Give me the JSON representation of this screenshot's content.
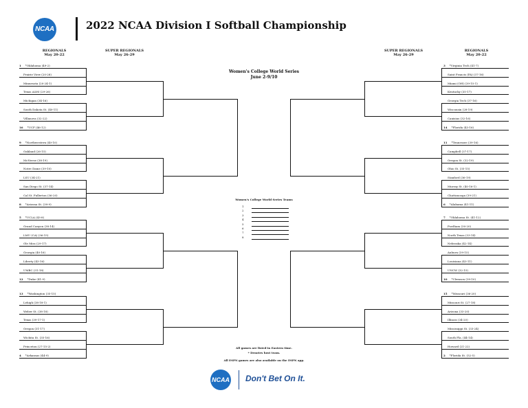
{
  "header": {
    "logo_text": "NCAA",
    "title": "2022 NCAA Division I Softball Championship"
  },
  "column_heads": {
    "left_regionals": "REGIONALS",
    "left_regionals_dates": "May 20-22",
    "left_super": "SUPER REGIONALS",
    "left_super_dates": "May 26-29",
    "right_super": "SUPER REGIONALS",
    "right_super_dates": "May 26-29",
    "right_regionals": "REGIONALS",
    "right_regionals_dates": "May 20-22"
  },
  "center": {
    "wcws_title": "Women's College World Series",
    "wcws_dates": "June 2-9/10",
    "teams_heading": "Women's College World Series Teams",
    "slots": [
      "1",
      "2",
      "3",
      "4",
      "5",
      "6",
      "7",
      "8"
    ],
    "note1": "All games are listed in Eastern time.",
    "note2": "* Denotes host team.",
    "note3": "All ESPN games are also available on the ESPN app."
  },
  "left_regions": [
    {
      "teams": [
        {
          "seed": "1",
          "name": "*Oklahoma (49-2)"
        },
        {
          "seed": "",
          "name": "Prairie View (20-28)"
        },
        {
          "seed": "",
          "name": "Minnesota (20-24-1)"
        },
        {
          "seed": "",
          "name": "Texas A&M (29-26)"
        },
        {
          "seed": "",
          "name": "Michigan (34-16)"
        },
        {
          "seed": "",
          "name": "South Dakota St. (40-11)"
        },
        {
          "seed": "",
          "name": "Villanova (32-22)"
        },
        {
          "seed": "16",
          "name": "*UCF (46-12)"
        }
      ]
    },
    {
      "teams": [
        {
          "seed": "9",
          "name": "*Northwestern (40-10)"
        },
        {
          "seed": "",
          "name": "Oakland (26-15)"
        },
        {
          "seed": "",
          "name": "McNeese (38-19)"
        },
        {
          "seed": "",
          "name": "Notre Dame (39-10)"
        },
        {
          "seed": "",
          "name": "LSU (34-21)"
        },
        {
          "seed": "",
          "name": "San Diego St. (37-14)"
        },
        {
          "seed": "",
          "name": "Cal St. Fullerton (36-20)"
        },
        {
          "seed": "8",
          "name": "*Arizona St. (39-9)"
        }
      ]
    },
    {
      "teams": [
        {
          "seed": "5",
          "name": "*UCLA (43-8)"
        },
        {
          "seed": "",
          "name": "Grand Canyon (38-14)"
        },
        {
          "seed": "",
          "name": "LMU (CA) (36-15)"
        },
        {
          "seed": "",
          "name": "Ole Miss (29-17)"
        },
        {
          "seed": "",
          "name": "Georgia (40-16)"
        },
        {
          "seed": "",
          "name": "Liberty (43-16)"
        },
        {
          "seed": "",
          "name": "UMBC (31-18)"
        },
        {
          "seed": "12",
          "name": "*Duke (41-9)"
        }
      ]
    },
    {
      "teams": [
        {
          "seed": "13",
          "name": "*Washington (35-15)"
        },
        {
          "seed": "",
          "name": "Lehigh (38-18-1)"
        },
        {
          "seed": "",
          "name": "Weber St. (38-18)"
        },
        {
          "seed": "",
          "name": "Texas (39-17-1)"
        },
        {
          "seed": "",
          "name": "Oregon (31-17)"
        },
        {
          "seed": "",
          "name": "Wichita St. (35-16)"
        },
        {
          "seed": "",
          "name": "Princeton (27-15-2)"
        },
        {
          "seed": "4",
          "name": "*Arkansas (44-9)"
        }
      ]
    }
  ],
  "right_regions": [
    {
      "teams": [
        {
          "seed": "3",
          "name": "*Virginia Tech (41-7)"
        },
        {
          "seed": "",
          "name": "Saint Francis (PA) (37-16)"
        },
        {
          "seed": "",
          "name": "Miami (OH) (39-15-1)"
        },
        {
          "seed": "",
          "name": "Kentucky (35-17)"
        },
        {
          "seed": "",
          "name": "Georgia Tech (37-16)"
        },
        {
          "seed": "",
          "name": "Wisconsin (28-19)"
        },
        {
          "seed": "",
          "name": "Canisius (32-16)"
        },
        {
          "seed": "14",
          "name": "*Florida (43-16)"
        }
      ]
    },
    {
      "teams": [
        {
          "seed": "11",
          "name": "*Tennessee (39-16)"
        },
        {
          "seed": "",
          "name": "Campbell (37-17)"
        },
        {
          "seed": "",
          "name": "Oregon St. (32-19)"
        },
        {
          "seed": "",
          "name": "Ohio St. (35-15)"
        },
        {
          "seed": "",
          "name": "Stanford (36-19)"
        },
        {
          "seed": "",
          "name": "Murray St. (40-16-1)"
        },
        {
          "seed": "",
          "name": "Chattanooga (39-21)"
        },
        {
          "seed": "6",
          "name": "*Alabama (41-11)"
        }
      ]
    },
    {
      "teams": [
        {
          "seed": "7",
          "name": "*Oklahoma St. (41-12)"
        },
        {
          "seed": "",
          "name": "Fordham (30-20)"
        },
        {
          "seed": "",
          "name": "North Texas (33-14)"
        },
        {
          "seed": "",
          "name": "Nebraska (42-14)"
        },
        {
          "seed": "",
          "name": "Auburn (39-15)"
        },
        {
          "seed": "",
          "name": "Louisiana (43-11)"
        },
        {
          "seed": "",
          "name": "UNCW (32-15)"
        },
        {
          "seed": "10",
          "name": "*Clemson (39-10)"
        }
      ]
    },
    {
      "teams": [
        {
          "seed": "15",
          "name": "*Missouri (36-20)"
        },
        {
          "seed": "",
          "name": "Missouri St. (27-18)"
        },
        {
          "seed": "",
          "name": "Arizona (33-20)"
        },
        {
          "seed": "",
          "name": "Illinois (34-20)"
        },
        {
          "seed": "",
          "name": "Mississippi St. (33-24)"
        },
        {
          "seed": "",
          "name": "South Fla. (44-14)"
        },
        {
          "seed": "",
          "name": "Howard (21-22)"
        },
        {
          "seed": "2",
          "name": "*Florida St. (52-5)"
        }
      ]
    }
  ],
  "footer": {
    "logo_text": "NCAA",
    "tagline": "Don't Bet On It."
  }
}
